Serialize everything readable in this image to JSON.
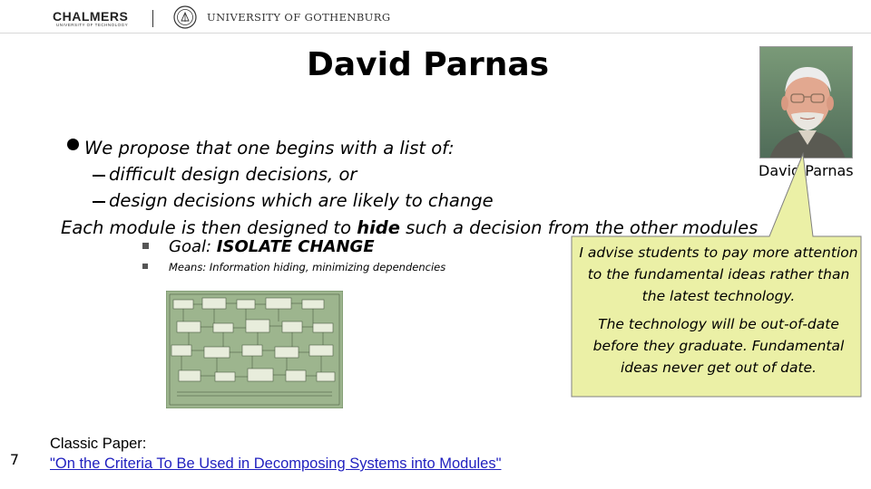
{
  "header": {
    "logo_left": "CHALMERS",
    "logo_left_sub": "UNIVERSITY OF TECHNOLOGY",
    "logo_right": "UNIVERSITY OF GOTHENBURG"
  },
  "slide": {
    "title": "David Parnas",
    "photo_caption": "David Parnas",
    "bullet_main": "We propose that one begins with a list of:",
    "sub_items": [
      "difficult design decisions, or",
      "design decisions which are likely to change"
    ],
    "body_prefix": "Each module is then designed to",
    "body_bold": "hide",
    "body_suffix": "such a decision from the other modules",
    "goal_prefix": "Goal:",
    "goal_bold": "ISOLATE CHANGE",
    "means": "Means: Information hiding, minimizing dependencies",
    "quote_p1": "I advise students to pay more attention to the fundamental ideas rather than the latest technology.",
    "quote_p2": "The technology will be out-of-date before they graduate. Fundamental ideas never get out of date.",
    "page_number": "7",
    "classic_label": "Classic Paper:",
    "classic_link": "\"On the Criteria To Be Used in Decomposing Systems into Modules\""
  },
  "colors": {
    "callout_fill": "#ebf0a6",
    "callout_border": "#808080",
    "diagram_bg": "#9db58e",
    "link": "#1f1fbf"
  }
}
